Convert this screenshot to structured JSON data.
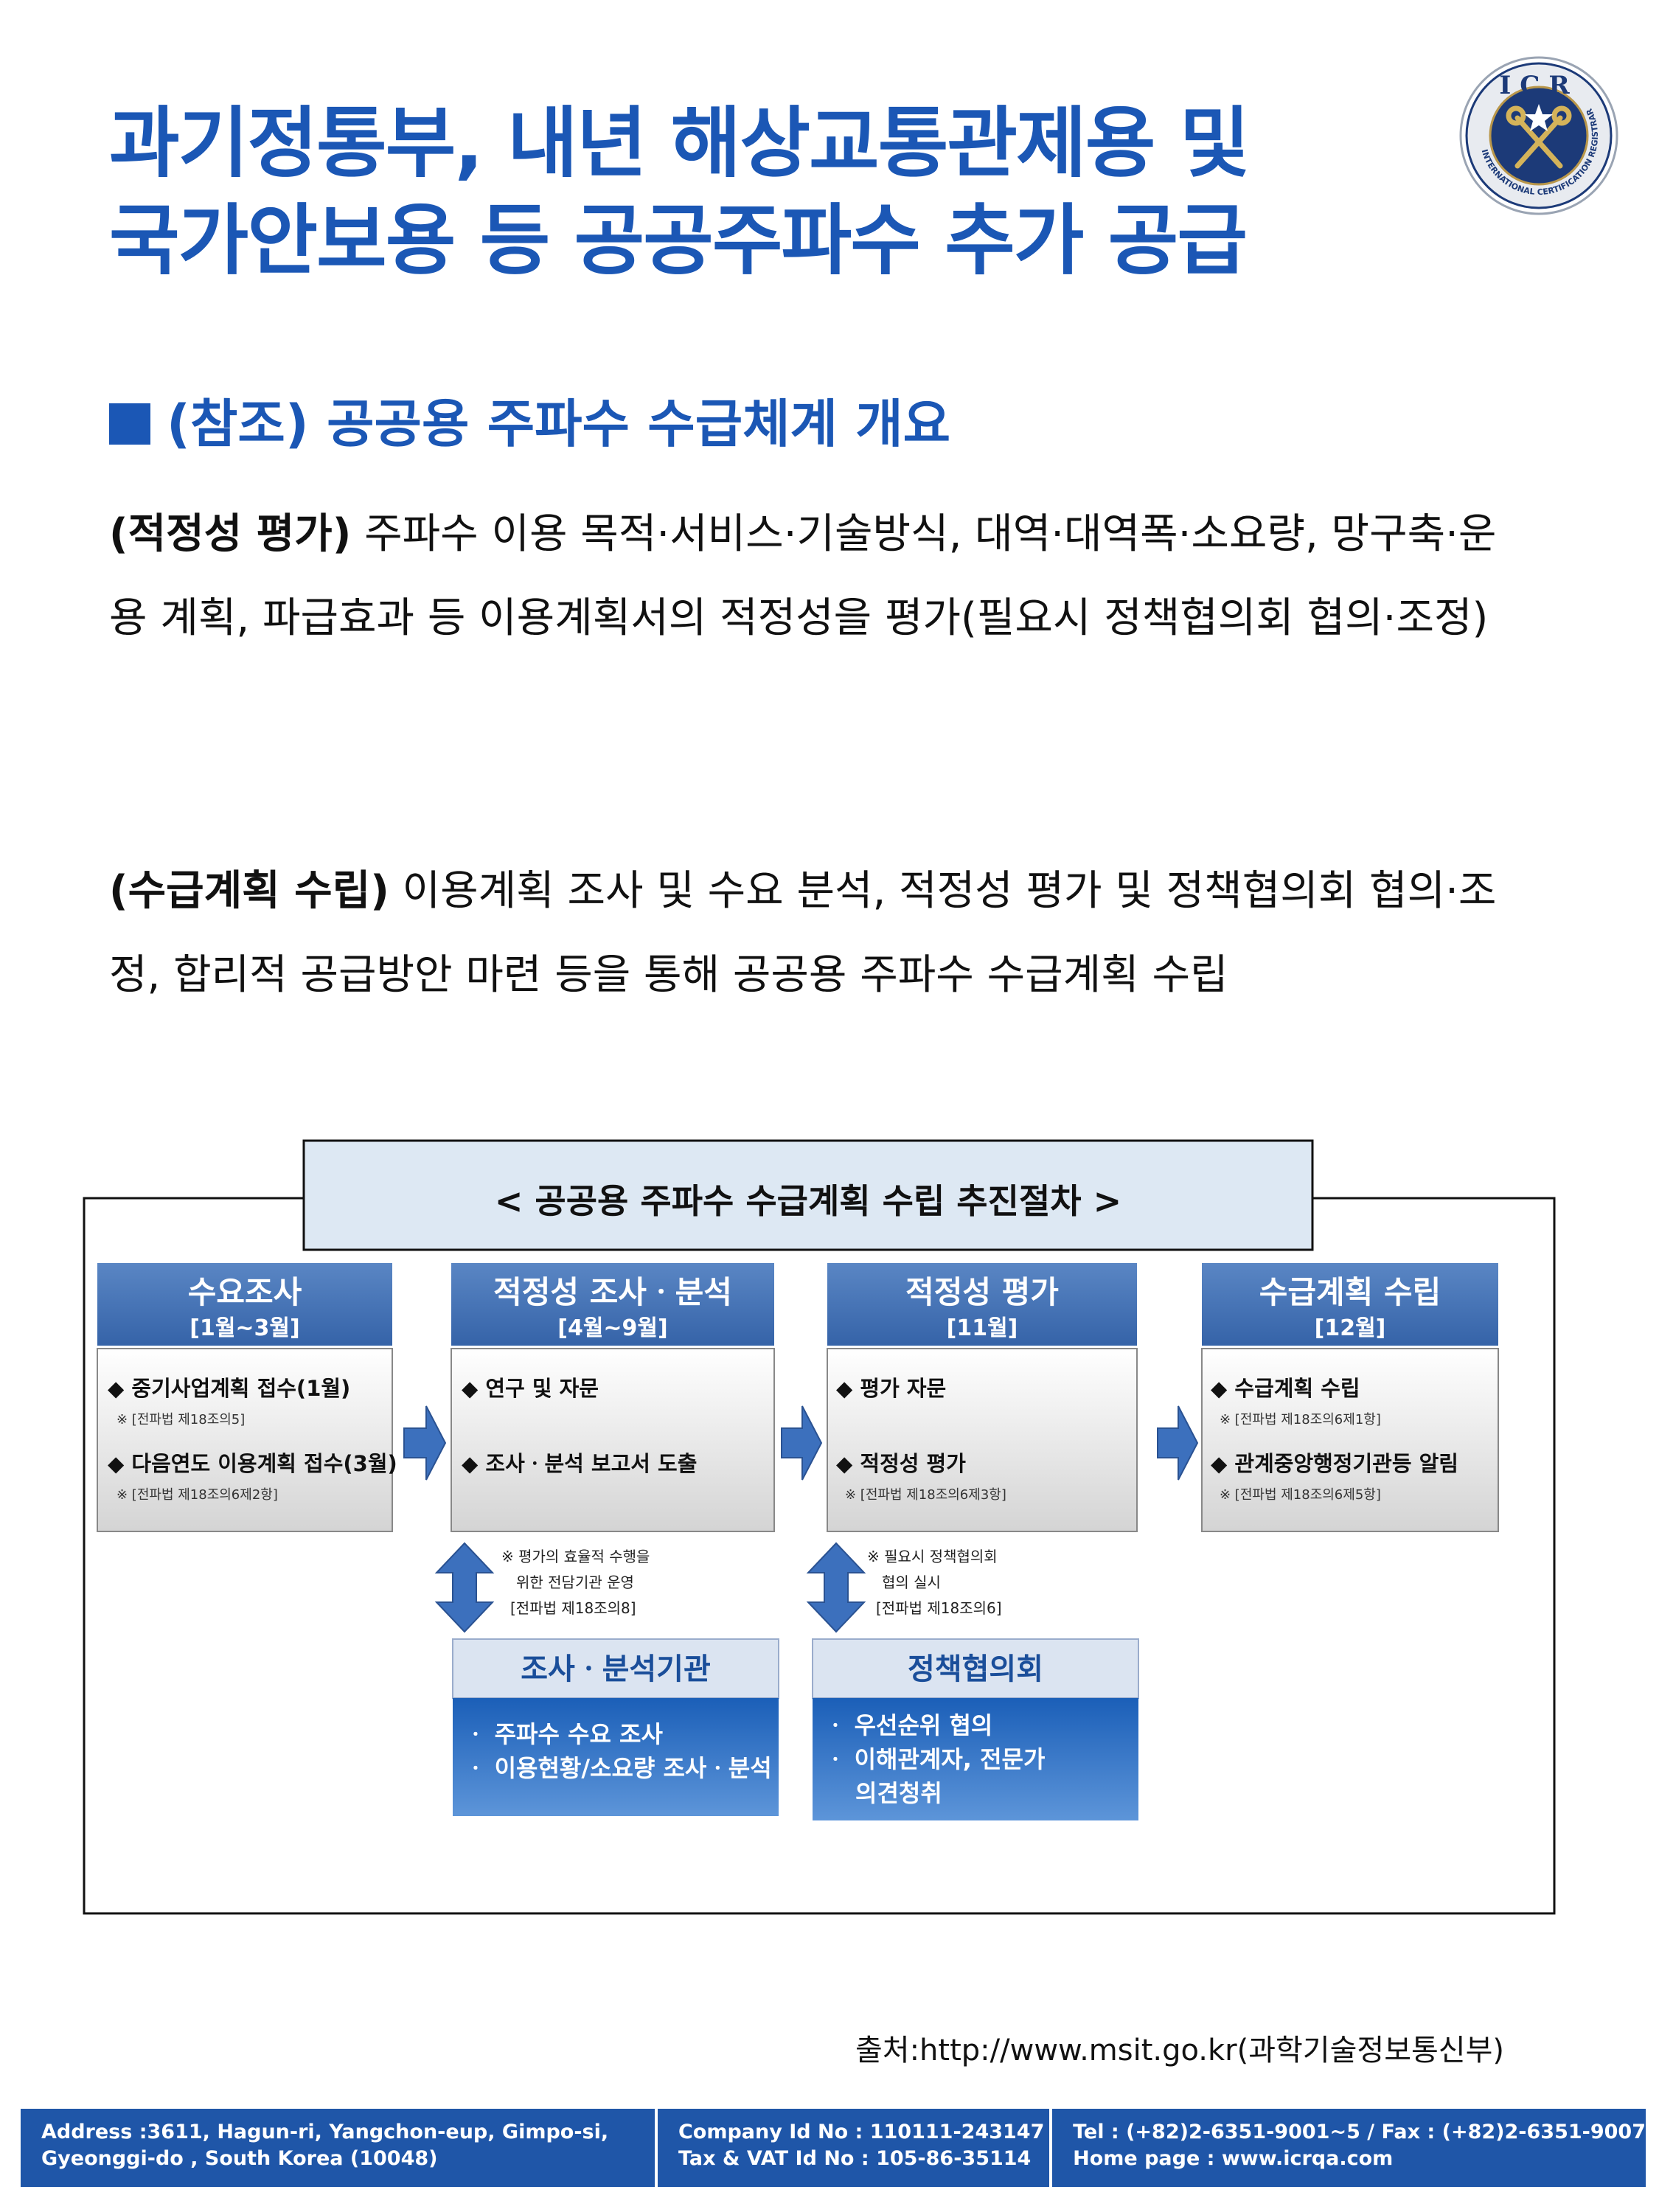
{
  "title": {
    "line1": "과기정통부, 내년 해상교통관제용 및",
    "line2": "국가안보용 등 공공주파수 추가 공급"
  },
  "logo": {
    "text": "ICR",
    "ring_text": "INTERNATIONAL CERTIFICATION REGISTRAR"
  },
  "section": {
    "heading": "(참조) 공공용 주파수 수급체계 개요"
  },
  "paragraphs": [
    {
      "label": "(적정성 평가)",
      "text": " 주파수 이용 목적·서비스·기술방식, 대역·대역폭·소요량, 망구축·운용 계획, 파급효과 등 이용계획서의 적정성을 평가(필요시 정책협의회 협의·조정)"
    },
    {
      "label": "(수급계획 수립)",
      "text": " 이용계획 조사 및 수요 분석, 적정성 평가 및 정책협의회 협의·조정, 합리적 공급방안 마련 등을 통해 공공용 주파수 수급계획 수립"
    }
  ],
  "diagram": {
    "title": "< 공공용 주파수 수급계획 수립 추진절차 >",
    "stages": [
      {
        "name": "수요조사",
        "period": "[1월~3월]",
        "items": [
          {
            "text": "◆ 중기사업계획 접수(1월)",
            "note": "※ [전파법 제18조의5]"
          },
          {
            "text": "◆ 다음연도 이용계획 접수(3월)",
            "note": "※ [전파법 제18조의6제2항]"
          }
        ]
      },
      {
        "name": "적정성 조사ㆍ분석",
        "period": "[4월~9월]",
        "items": [
          {
            "text": "◆ 연구 및 자문",
            "note": ""
          },
          {
            "text": "◆ 조사ㆍ분석 보고서 도출",
            "note": ""
          }
        ]
      },
      {
        "name": "적정성 평가",
        "period": "[11월]",
        "items": [
          {
            "text": "◆ 평가 자문",
            "note": ""
          },
          {
            "text": "◆ 적정성 평가",
            "note": "※ [전파법 제18조의6제3항]"
          }
        ]
      },
      {
        "name": "수급계획 수립",
        "period": "[12월]",
        "items": [
          {
            "text": "◆ 수급계획 수립",
            "note": "※ [전파법 제18조의6제1항]"
          },
          {
            "text": "◆ 관계중앙행정기관등 알림",
            "note": "※ [전파법 제18조의6제5항]"
          }
        ]
      }
    ],
    "notes": [
      {
        "lines": [
          "※ 평가의 효율적 수행을",
          "위한 전담기관 운영",
          "[전파법 제18조의8]"
        ]
      },
      {
        "lines": [
          "※ 필요시 정책협의회",
          "협의 실시",
          "[전파법 제18조의6]"
        ]
      }
    ],
    "agencies": [
      {
        "name": "조사ㆍ분석기관",
        "items": [
          "ㆍ 주파수 수요 조사",
          "ㆍ 이용현황/소요량 조사ㆍ분석"
        ]
      },
      {
        "name": "정책협의회",
        "items": [
          "ㆍ 우선순위 협의",
          "ㆍ 이해관계자, 전문가",
          "의견청취"
        ]
      }
    ]
  },
  "source": "출처:http://www.msit.go.kr(과학기술정보통신부)",
  "footer": {
    "address_line1": "Address :3611, Hagun-ri, Yangchon-eup, Gimpo-si,",
    "address_line2": "Gyeonggi-do , South Korea (10048)",
    "company_id": "Company Id No : 110111-243147",
    "tax_id": "Tax & VAT Id No : 105-86-35114",
    "tel": "Tel : (+82)2-6351-9001~5 / Fax : (+82)2-6351-9007",
    "homepage": "Home page : www.icrqa.com"
  },
  "colors": {
    "brand_blue": "#1b57b5",
    "stage_header": "#3f6fb5",
    "arrow_blue": "#3c70bd",
    "agency_box": "#1a5fb4",
    "footer_bg": "#1f56a8"
  }
}
